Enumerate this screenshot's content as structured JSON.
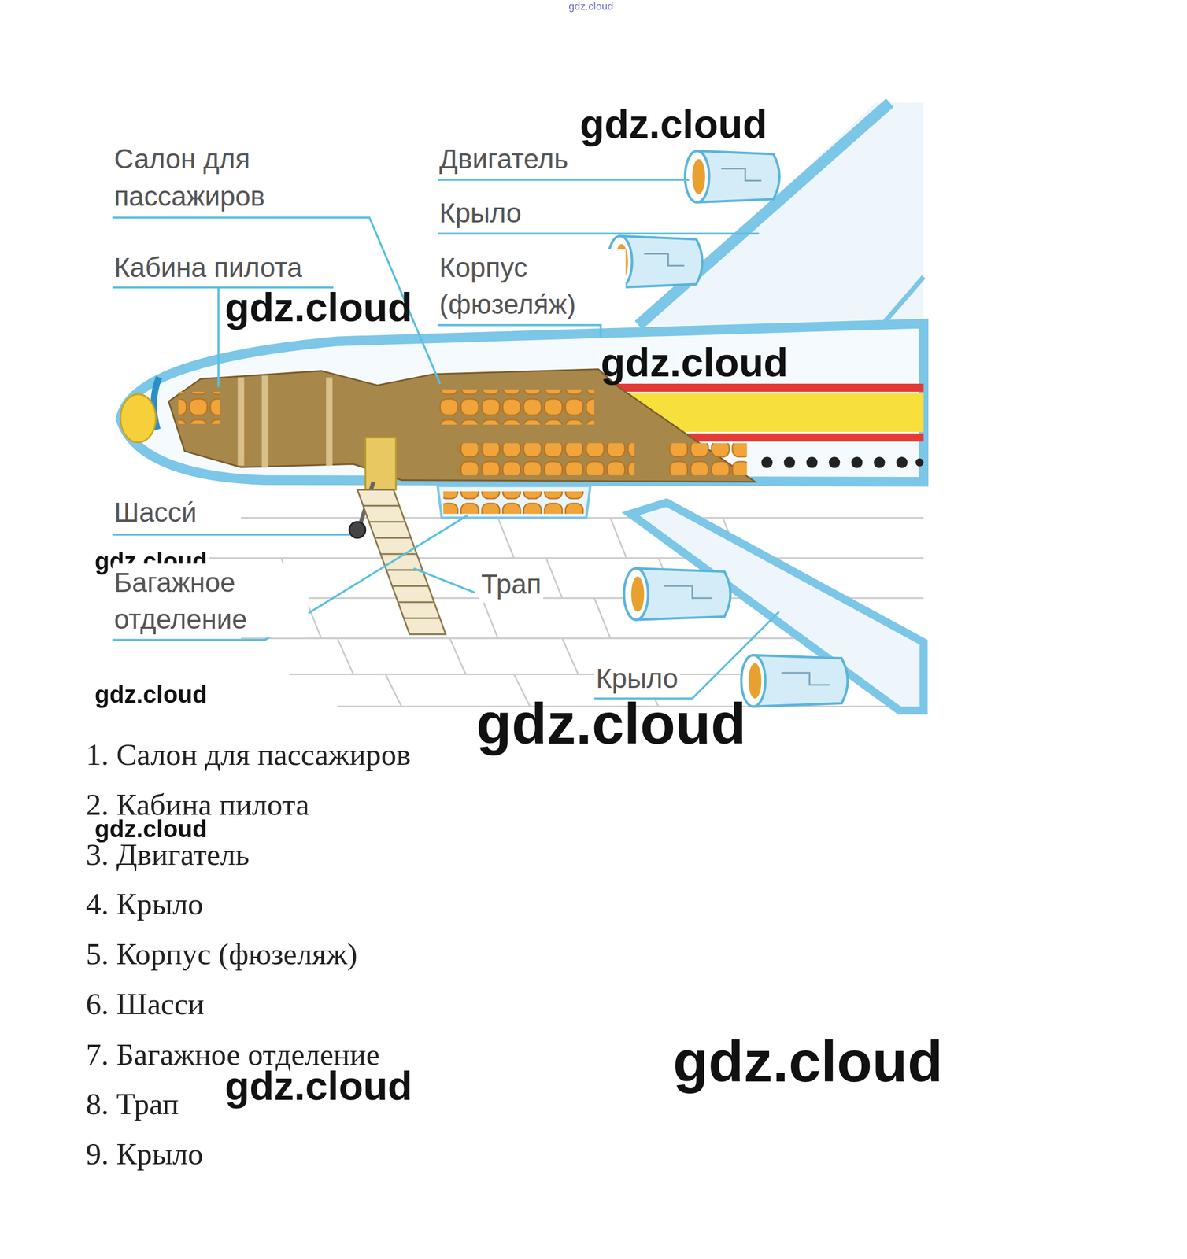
{
  "diagram": {
    "labels": [
      "gdz.cloud",
      "Салон для пассажиров",
      "Кабина пилота",
      "Двигатель",
      "gdz.cloud",
      "Крыло",
      "Корпус (фюзеля́ж)",
      "gdz.cloud",
      "gdz.cloud",
      "Шасси́",
      "gdz.cloud",
      "Багажное отделение",
      "Трап",
      "Крыло",
      "gdz.cloud",
      "gdz.cloud",
      "1. Салон для пассажиров",
      "2. Кабина пилота",
      "gdz.cloud",
      "3. Двигатель",
      "4. Крыло",
      "5. Корпус (фюзеляж)",
      "6. Шасси",
      "7. Багажное отделение",
      "gdz.cloud",
      "gdz.cloud",
      "8. Трап",
      "9. Крыло"
    ]
  }
}
